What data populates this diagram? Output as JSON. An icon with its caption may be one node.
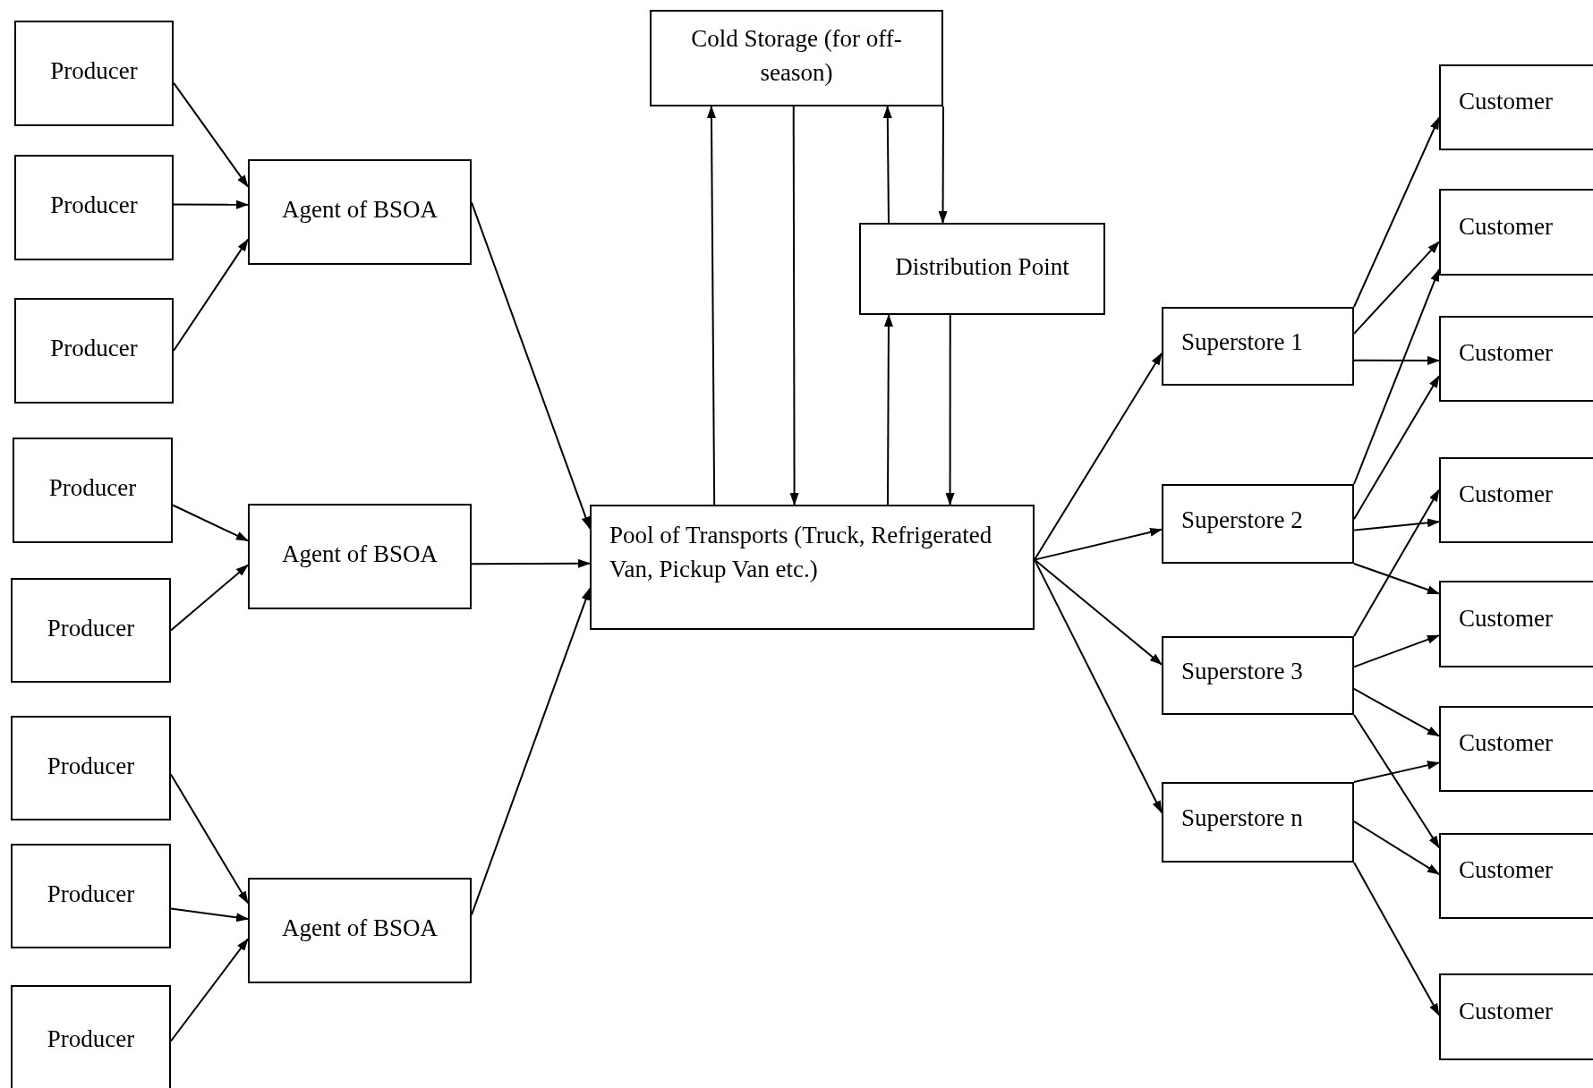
{
  "diagram": {
    "nodes": [
      {
        "text": [
          "Producer"
        ]
      },
      {
        "text": [
          "Producer"
        ]
      },
      {
        "text": [
          "Producer"
        ]
      },
      {
        "text": [
          "Producer"
        ]
      },
      {
        "text": [
          "Producer"
        ]
      },
      {
        "text": [
          "Producer"
        ]
      },
      {
        "text": [
          "Producer"
        ]
      },
      {
        "text": [
          "Producer"
        ]
      },
      {
        "text": [
          "Agent of BSOA"
        ]
      },
      {
        "text": [
          "Agent of BSOA"
        ]
      },
      {
        "text": [
          "Agent of BSOA"
        ]
      },
      {
        "text": [
          "Cold Storage (for off-season)"
        ]
      },
      {
        "text": [
          "Distribution Point"
        ]
      },
      {
        "text": [
          "Pool of Transports (Truck, Refrigerated Van, Pickup Van etc.)"
        ]
      },
      {
        "text": [
          "Superstore 1"
        ]
      },
      {
        "text": [
          "Superstore 2"
        ]
      },
      {
        "text": [
          "Superstore 3"
        ]
      },
      {
        "text": [
          "Superstore n"
        ]
      },
      {
        "text": [
          "Customer"
        ]
      },
      {
        "text": [
          "Customer"
        ]
      },
      {
        "text": [
          "Customer"
        ]
      },
      {
        "text": [
          "Customer"
        ]
      },
      {
        "text": [
          "Customer"
        ]
      },
      {
        "text": [
          "Customer"
        ]
      },
      {
        "text": [
          "Customer"
        ]
      },
      {
        "text": [
          "Customer"
        ]
      }
    ],
    "edges": [
      {
        "from": 0,
        "to": 8,
        "arrow": "to"
      },
      {
        "from": 1,
        "to": 8,
        "arrow": "to"
      },
      {
        "from": 2,
        "to": 8,
        "arrow": "to"
      },
      {
        "from": 3,
        "to": 9,
        "arrow": "to"
      },
      {
        "from": 4,
        "to": 9,
        "arrow": "to"
      },
      {
        "from": 5,
        "to": 10,
        "arrow": "to"
      },
      {
        "from": 6,
        "to": 10,
        "arrow": "to"
      },
      {
        "from": 7,
        "to": 10,
        "arrow": "to"
      },
      {
        "from": 8,
        "to": 13,
        "arrow": "to"
      },
      {
        "from": 9,
        "to": 13,
        "arrow": "to"
      },
      {
        "from": 10,
        "to": 13,
        "arrow": "to"
      },
      {
        "from": 13,
        "to": 11,
        "arrow": "to"
      },
      {
        "from": 11,
        "to": 13,
        "arrow": "to"
      },
      {
        "from": 12,
        "to": 11,
        "arrow": "to"
      },
      {
        "from": 11,
        "to": 12,
        "arrow": "to"
      },
      {
        "from": 13,
        "to": 12,
        "arrow": "to"
      },
      {
        "from": 12,
        "to": 13,
        "arrow": "to"
      },
      {
        "from": 13,
        "to": 14,
        "arrow": "to"
      },
      {
        "from": 13,
        "to": 15,
        "arrow": "to"
      },
      {
        "from": 13,
        "to": 16,
        "arrow": "to"
      },
      {
        "from": 13,
        "to": 17,
        "arrow": "to"
      },
      {
        "from": 14,
        "to": 18,
        "arrow": "to"
      },
      {
        "from": 14,
        "to": 19,
        "arrow": "to"
      },
      {
        "from": 14,
        "to": 20,
        "arrow": "to"
      },
      {
        "from": 15,
        "to": 19,
        "arrow": "to"
      },
      {
        "from": 15,
        "to": 20,
        "arrow": "to"
      },
      {
        "from": 15,
        "to": 21,
        "arrow": "to"
      },
      {
        "from": 15,
        "to": 22,
        "arrow": "to"
      },
      {
        "from": 16,
        "to": 21,
        "arrow": "to"
      },
      {
        "from": 16,
        "to": 22,
        "arrow": "to"
      },
      {
        "from": 16,
        "to": 23,
        "arrow": "to"
      },
      {
        "from": 16,
        "to": 24,
        "arrow": "to"
      },
      {
        "from": 17,
        "to": 23,
        "arrow": "to"
      },
      {
        "from": 17,
        "to": 24,
        "arrow": "to"
      },
      {
        "from": 17,
        "to": 25,
        "arrow": "to"
      }
    ]
  }
}
